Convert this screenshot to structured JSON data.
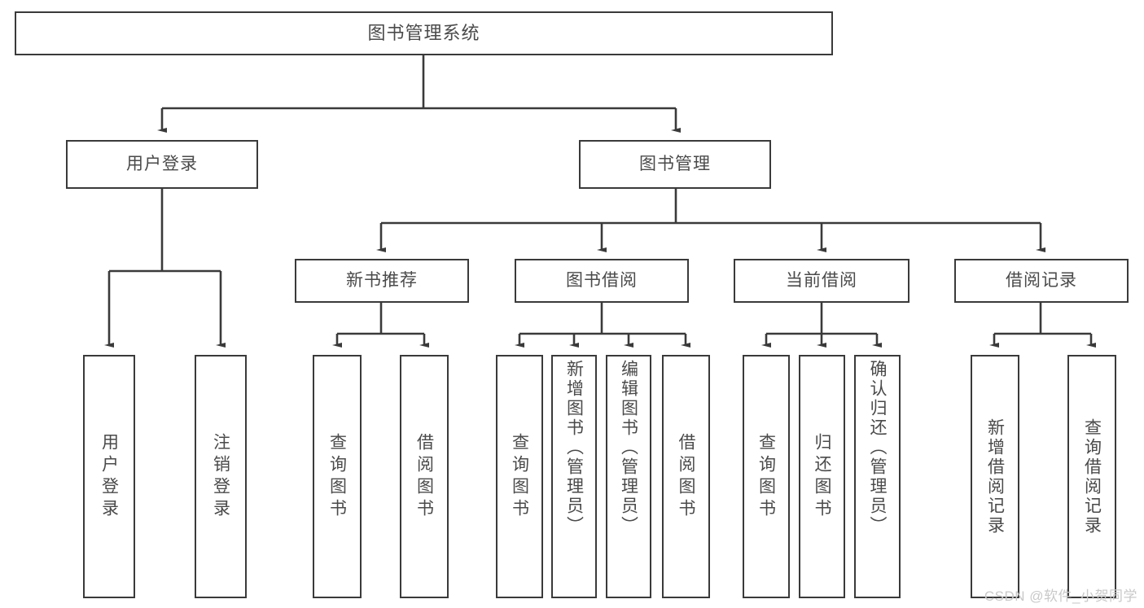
{
  "diagram": {
    "title": "图书管理系统",
    "type": "tree",
    "root": {
      "label": "图书管理系统"
    },
    "level2": [
      {
        "label": "用户登录"
      },
      {
        "label": "图书管理"
      }
    ],
    "level3": [
      {
        "label": "新书推荐"
      },
      {
        "label": "图书借阅"
      },
      {
        "label": "当前借阅"
      },
      {
        "label": "借阅记录"
      }
    ],
    "leaves_user_login": [
      {
        "label": "用户登录"
      },
      {
        "label": "注销登录"
      }
    ],
    "leaves_new_book": [
      {
        "label": "查询图书"
      },
      {
        "label": "借阅图书"
      }
    ],
    "leaves_borrow": [
      {
        "label": "查询图书"
      },
      {
        "label": "新增图书（管理员）"
      },
      {
        "label": "编辑图书（管理员）"
      },
      {
        "label": "借阅图书"
      }
    ],
    "leaves_current": [
      {
        "label": "查询图书"
      },
      {
        "label": "归还图书"
      },
      {
        "label": "确认归还（管理员）"
      }
    ],
    "leaves_record": [
      {
        "label": "新增借阅记录"
      },
      {
        "label": "查询借阅记录"
      }
    ]
  },
  "watermark": {
    "text": "CSDN @软件_小贺同学"
  },
  "colors": {
    "stroke": "#3a3a3a",
    "text": "#4a4a4a",
    "background": "#ffffff",
    "watermark": "#c9c9c9"
  }
}
